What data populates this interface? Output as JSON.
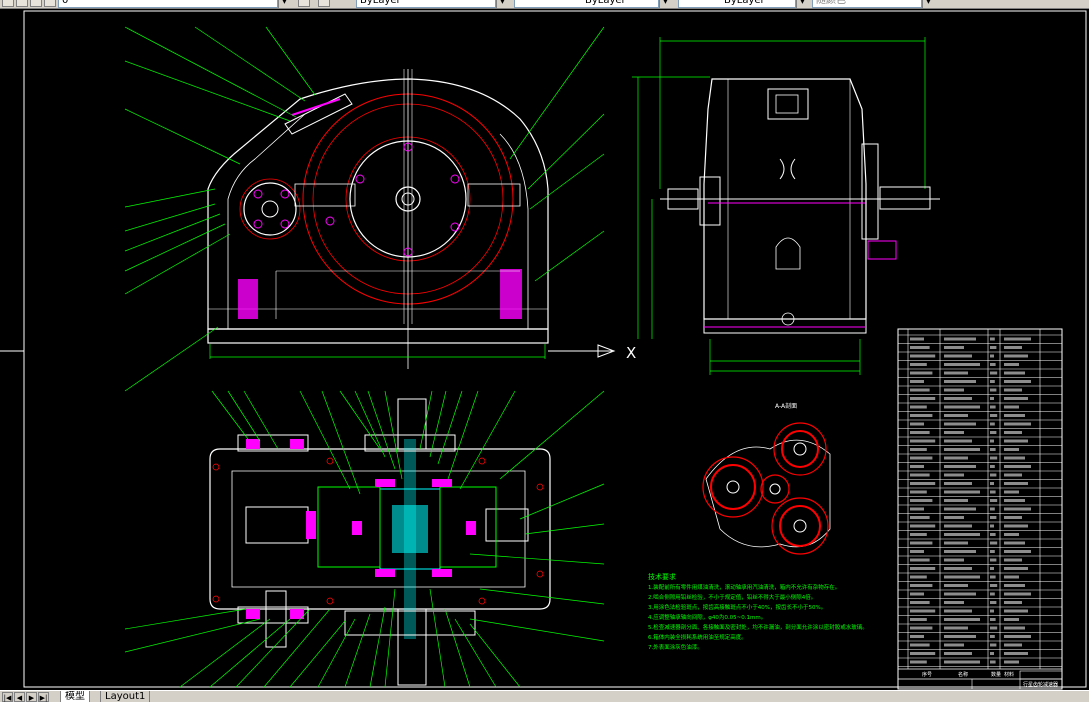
{
  "toolbar": {
    "layer_value": "0",
    "color_control": "ByLayer",
    "linetype_control": "ByLayer",
    "lineweight_control": "ByLayer",
    "plotstyle_control": "随颜色"
  },
  "drawing": {
    "section_label": "A-A剖面",
    "axis_marker": "X",
    "tech_requirements_title": "技术要求",
    "tech_requirements": [
      "1.装配前所有零件用煤油清洗，滚动轴承用汽油清洗，箱内不允许有杂物存在。",
      "2.啮合侧隙用铅丝检验，不小于规定值，铅丝不得大于最小侧隙4倍。",
      "3.用涂色法检验斑点，按齿高接触斑点不小于40%，按齿长不小于50%。",
      "4.应调整轴承轴向间隙，φ40为0.05~0.1mm。",
      "5.检查减速器剖分面、各接触面及密封处，均不许漏油，剖分面允许涂以密封胶或水玻璃。",
      "6.箱体内装全损耗系统用油至规定高度。",
      "7.外表面涂灰色油漆。"
    ],
    "title_block_header": [
      "序号",
      "名称",
      "数量",
      "材料"
    ],
    "title_block_name": "行星齿轮减速器"
  },
  "tabs": {
    "model": "模型",
    "layout1": "Layout1"
  },
  "colors": {
    "background": "#000000",
    "outline": "#ffffff",
    "leader": "#00ff00",
    "gear": "#ff0000",
    "hatch_cyan": "#00ffff",
    "hatch_magenta": "#ff00ff",
    "ui_gray": "#d4d0c8"
  }
}
